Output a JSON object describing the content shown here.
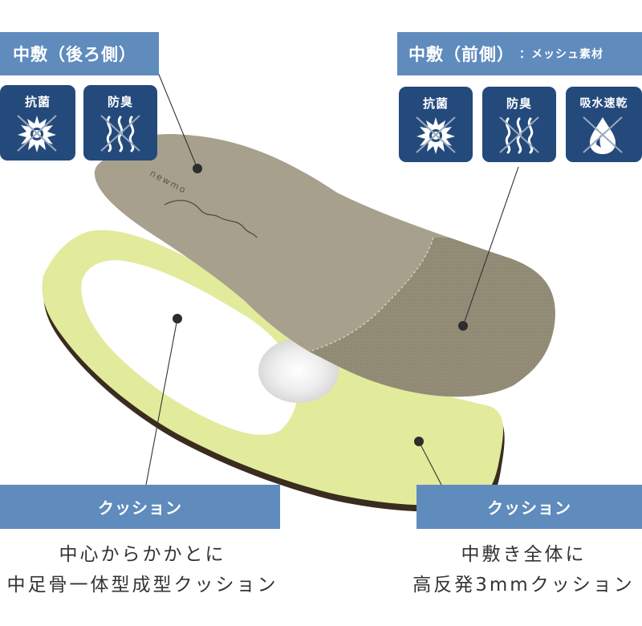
{
  "labels": {
    "rear_title": "中敷（後ろ側）",
    "front_title": "中敷（前側）",
    "front_sub": "：メッシュ素材",
    "cushion_left": "クッション",
    "cushion_right": "クッション"
  },
  "icons": {
    "rear": [
      {
        "title": "抗菌",
        "icon": "antibacterial-icon"
      },
      {
        "title": "防臭",
        "icon": "deodorant-icon"
      }
    ],
    "front": [
      {
        "title": "抗菌",
        "icon": "antibacterial-icon"
      },
      {
        "title": "防臭",
        "icon": "deodorant-icon"
      },
      {
        "title": "吸水速乾",
        "icon": "quick-dry-icon"
      }
    ]
  },
  "insole_logo": "newmo",
  "captions": {
    "left_line1": "中心からかかとに",
    "left_line2": "中足骨一体型成型クッション",
    "right_line1": "中敷き全体に",
    "right_line2": "高反発3mmクッション"
  },
  "colors": {
    "label_blue": "#5f8bbd",
    "icon_navy": "#244a7c",
    "insole_grey": "#a7a08d",
    "mesh_grey": "#928b76",
    "cushion_green": "#e2ea9c"
  }
}
